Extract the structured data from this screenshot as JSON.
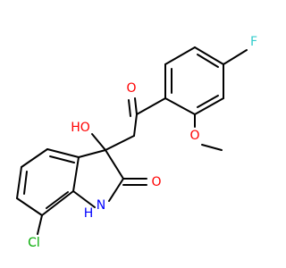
{
  "molecule": {
    "atoms": {
      "f": {
        "text": "F",
        "color": "#33cccc"
      },
      "o_ketone": {
        "text": "O",
        "color": "#ff0000"
      },
      "o_methoxy": {
        "text": "O",
        "color": "#ff0000"
      },
      "ho": {
        "text": "HO",
        "color": "#ff0000"
      },
      "o_lactam": {
        "text": "O",
        "color": "#ff0000"
      },
      "nh": {
        "text": "NH",
        "color": "#0000ff"
      },
      "h": {
        "text": "H",
        "color": "#0000ff"
      },
      "n": {
        "text": "N",
        "color": "#0000ff"
      },
      "cl": {
        "text": "Cl",
        "color": "#00aa00"
      }
    },
    "bond_color": "#000000",
    "background": "#ffffff"
  }
}
